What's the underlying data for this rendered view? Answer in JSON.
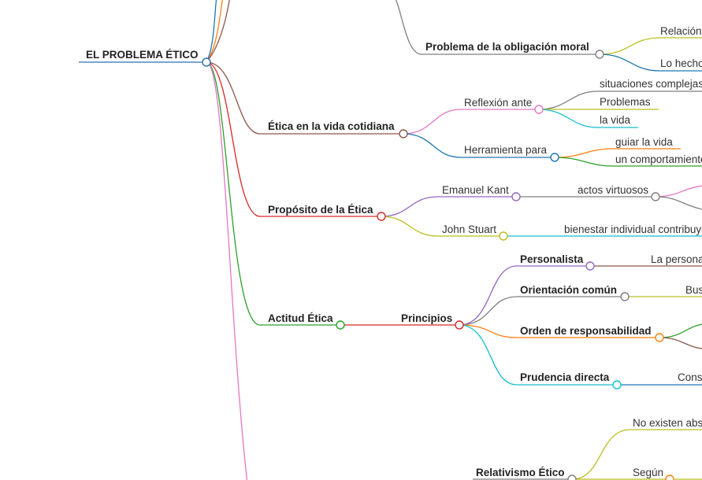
{
  "colors": {
    "root": "#2f6fb3",
    "gray": "#7f7f7f",
    "olive": "#b5b12a",
    "blue": "#2f86c8",
    "brown": "#8c564b",
    "pink": "#e377c2",
    "lime": "#bcbd22",
    "cyan": "#17becf",
    "orange": "#ff7f0e",
    "green": "#2ca02c",
    "red": "#d62728",
    "purple": "#9467bd"
  },
  "root": {
    "label": "EL PROBLEMA ÉTICO"
  },
  "obligacion": {
    "label": "Problema de la obligación moral",
    "children": [
      "Relación",
      "Lo hecho"
    ]
  },
  "cotidiana": {
    "label": "Ética en la vida cotidiana",
    "reflexion": {
      "label": "Reflexión ante",
      "children": [
        "situaciones complejas",
        "Problemas",
        "la vida"
      ]
    },
    "herramienta": {
      "label": "Herramienta para",
      "children": [
        "guiar la vida",
        "un comportamiento"
      ]
    }
  },
  "proposito": {
    "label": "Propósito de la Ética",
    "kant": {
      "label": "Emanuel Kant",
      "child": "actos virtuosos"
    },
    "stuart": {
      "label": "John Stuart",
      "child": "bienestar individual contribuye"
    }
  },
  "actitud": {
    "label": "Actitud Ética",
    "principios": {
      "label": "Principios",
      "personalista": {
        "label": "Personalista",
        "child": "La persona"
      },
      "orientacion": {
        "label": "Orientación común",
        "child": "Bus"
      },
      "orden": {
        "label": "Orden de responsabilidad"
      },
      "prudencia": {
        "label": "Prudencia directa",
        "child": "Cons"
      }
    }
  },
  "relativismo": {
    "label": "Relativismo Ético",
    "children": [
      "No existen abs",
      "Según"
    ]
  }
}
